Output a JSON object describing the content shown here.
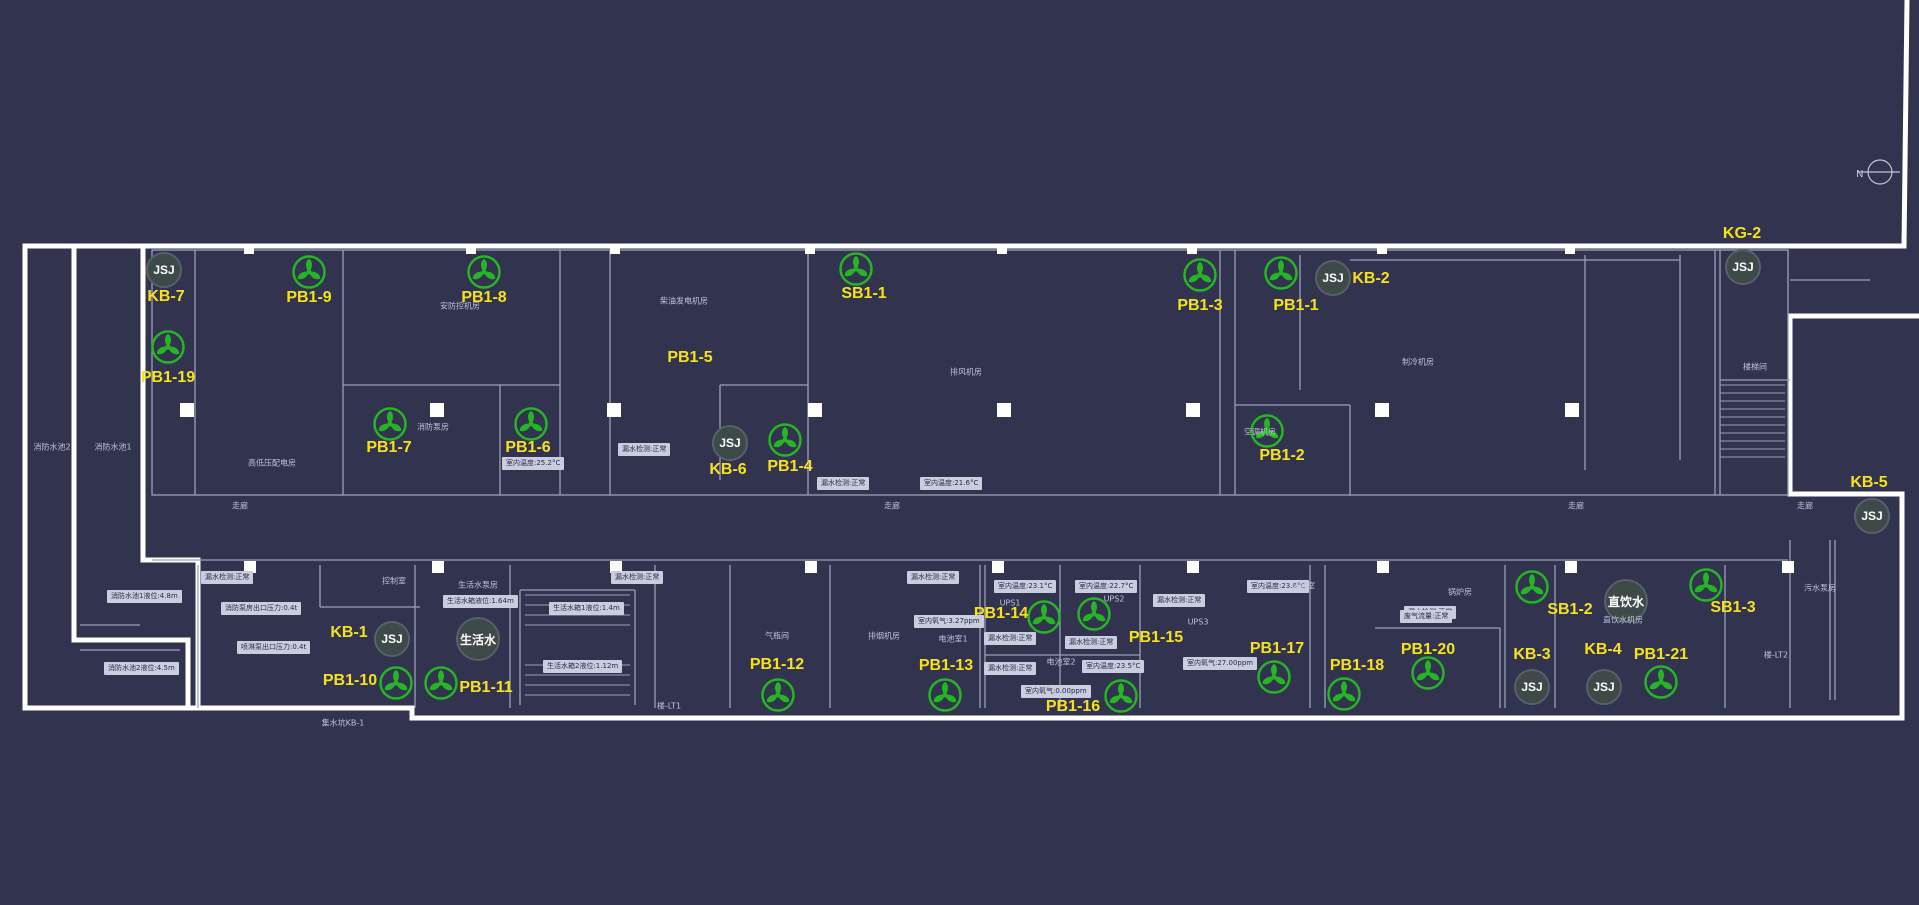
{
  "palette": {
    "background": "#32334f",
    "wall": "#ffffff",
    "line": "#9aa0b8",
    "label": "#f6e21c",
    "fan": "#25b525",
    "jsj_fill": "#3e4a48"
  },
  "fan_icon": "fan-icon",
  "jsj_icon": "jsj-pump-icon",
  "fans": [
    {
      "id": "PB1-9"
    },
    {
      "id": "PB1-8"
    },
    {
      "id": "SB1-1"
    },
    {
      "id": "PB1-3"
    },
    {
      "id": "PB1-1"
    },
    {
      "id": "PB1-19"
    },
    {
      "id": "PB1-5"
    },
    {
      "id": "PB1-7"
    },
    {
      "id": "PB1-6"
    },
    {
      "id": "PB1-4"
    },
    {
      "id": "PB1-2"
    },
    {
      "id": "PB1-10"
    },
    {
      "id": "PB1-11"
    },
    {
      "id": "PB1-12"
    },
    {
      "id": "PB1-13"
    },
    {
      "id": "PB1-14"
    },
    {
      "id": "PB1-15"
    },
    {
      "id": "PB1-16"
    },
    {
      "id": "PB1-17"
    },
    {
      "id": "PB1-18"
    },
    {
      "id": "PB1-20"
    },
    {
      "id": "SB1-2"
    },
    {
      "id": "PB1-21"
    },
    {
      "id": "SB1-3"
    }
  ],
  "pumps": [
    {
      "id": "KB-7",
      "text": "JSJ"
    },
    {
      "id": "KB-2",
      "text": "JSJ"
    },
    {
      "id": "KG-2",
      "text": "JSJ"
    },
    {
      "id": "KB-5",
      "text": "JSJ"
    },
    {
      "id": "KB-6",
      "text": "JSJ"
    },
    {
      "id": "KB-1",
      "text": "JSJ"
    },
    {
      "id": "KB-3",
      "text": "JSJ"
    },
    {
      "id": "KB-4",
      "text": "JSJ"
    }
  ],
  "tanks": [
    {
      "id": "tank-domestic",
      "text": "生活水"
    },
    {
      "id": "tank-direct",
      "text": "直饮水"
    }
  ],
  "sensor_tags": [
    {
      "text": "漏水检测:正常"
    },
    {
      "text": "室内温度:25.2°C"
    },
    {
      "text": "漏水检测:正常"
    },
    {
      "text": "室内温度:21.6°C"
    },
    {
      "text": "消防水池1液位:4.8m"
    },
    {
      "text": "消防泵房出口压力:0.4t"
    },
    {
      "text": "喷淋泵出口压力:0.4t"
    },
    {
      "text": "消防水池2液位:4.5m"
    },
    {
      "text": "漏水检测:正常"
    },
    {
      "text": "生活水箱液位:1.64m"
    },
    {
      "text": "漏水检测:正常"
    },
    {
      "text": "生活水箱1液位:1.4m"
    },
    {
      "text": "生活水箱2液位:1.12m"
    },
    {
      "text": "漏水检测:正常"
    },
    {
      "text": "室内温度:23.1°C"
    },
    {
      "text": "室内温度:22.7°C"
    },
    {
      "text": "室内氧气:3.27ppm"
    },
    {
      "text": "漏水检测:正常"
    },
    {
      "text": "漏水检测:正常"
    },
    {
      "text": "漏水检测:正常"
    },
    {
      "text": "室内温度:23.5°C"
    },
    {
      "text": "漏水检测:正常"
    },
    {
      "text": "室内氧气:0.00ppm"
    },
    {
      "text": "室内温度:23.6°C"
    },
    {
      "text": "室内氧气:27.00ppm"
    },
    {
      "text": "漏水检测:正常"
    },
    {
      "text": "废气流量:正常"
    }
  ],
  "room_names": [
    {
      "text": "消防水池2"
    },
    {
      "text": "消防水池1"
    },
    {
      "text": "安防控机房"
    },
    {
      "text": "柴油发电机房"
    },
    {
      "text": "高低压配电房"
    },
    {
      "text": "制冷机房"
    },
    {
      "text": "排风机房"
    },
    {
      "text": "消防泵房"
    },
    {
      "text": "空调机房"
    },
    {
      "text": "走廊"
    },
    {
      "text": "走廊"
    },
    {
      "text": "走廊"
    },
    {
      "text": "走廊"
    },
    {
      "text": "控制室"
    },
    {
      "text": "生活水泵房"
    },
    {
      "text": "气瓶间"
    },
    {
      "text": "UPS1"
    },
    {
      "text": "UPS2"
    },
    {
      "text": "UPS3"
    },
    {
      "text": "电池室1"
    },
    {
      "text": "电池室2"
    },
    {
      "text": "锅炉房"
    },
    {
      "text": "直饮水机房"
    },
    {
      "text": "污水泵房"
    },
    {
      "text": "排烟机房"
    },
    {
      "text": "储藏室"
    },
    {
      "text": "楼-LT1"
    },
    {
      "text": "楼-LT2"
    },
    {
      "text": "集水坑KB-1"
    },
    {
      "text": "楼梯间"
    }
  ],
  "compass": {
    "label": "N"
  }
}
